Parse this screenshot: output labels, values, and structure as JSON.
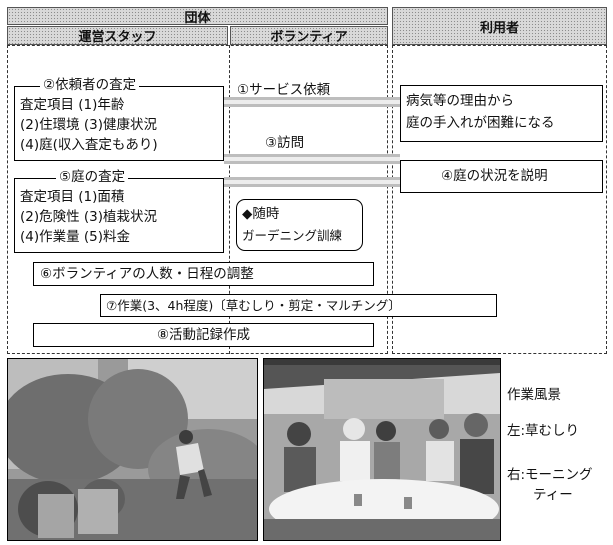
{
  "header": {
    "group": "団体",
    "staff": "運営スタッフ",
    "volunteer": "ボランティア",
    "user": "利用者"
  },
  "steps": {
    "s1": "①サービス依頼",
    "s2_title": "②依頼者の査定",
    "s2_lines": [
      "査定項目 (1)年齢",
      "(2)住環境 (3)健康状況",
      "(4)庭(収入査定もあり)"
    ],
    "s3": "③訪問",
    "s4": "④庭の状況を説明",
    "s5_title": "⑤庭の査定",
    "s5_lines": [
      "査定項目 (1)面積",
      "(2)危険性 (3)植栽状況",
      "(4)作業量 (5)料金"
    ],
    "training_lines": [
      "◆随時",
      "ガーデニング訓練"
    ],
    "s6": "⑥ボランティアの人数・日程の調整",
    "s7": "⑦作業(3、4h程度)〔草むしり・剪定・マルチング〕",
    "s8": "⑧活動記録作成"
  },
  "user_reason_lines": [
    "病気等の理由から",
    "庭の手入れが困難になる"
  ],
  "caption": {
    "title": "作業風景",
    "left": "左:草むしり",
    "right_line1": "右:モーニング",
    "right_line2": "ティー"
  },
  "colors": {
    "hatch": "#d9d9d9",
    "arrow": "#bdbdbd"
  }
}
